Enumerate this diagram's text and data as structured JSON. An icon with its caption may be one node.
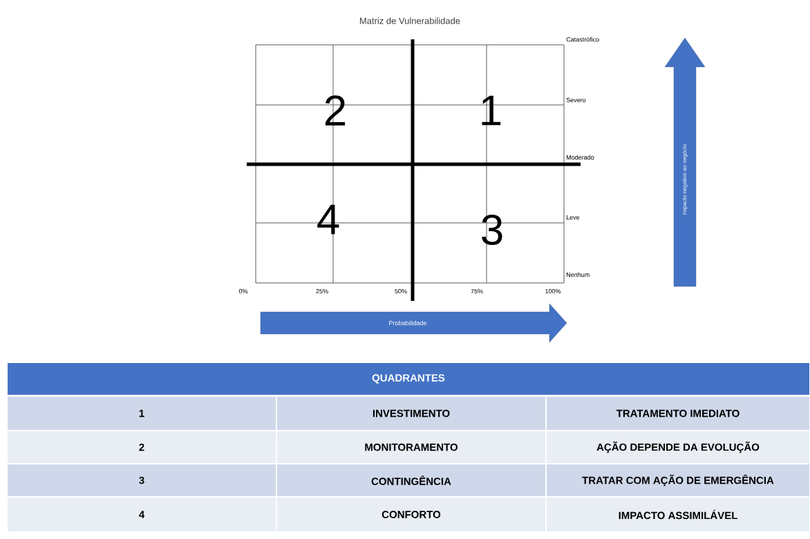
{
  "diagram": {
    "title": "Matriz de Vulnerabilidade",
    "labels": [
      "Catastrófico",
      "Severo",
      "Moderado",
      "Leve",
      "Nenhum",
      "2",
      "1",
      "4",
      "3",
      "0%",
      "25%",
      "50%",
      "75%",
      "100%",
      "Impacto negativo ao negócio",
      "Probabilidade",
      "QUADRANTES",
      "1",
      "INVESTIMENTO",
      "TRATAMENTO IMEDIATO",
      "2",
      "MONITORAMENTO",
      "AÇÃO DEPENDE DA EVOLUÇÃO",
      "3",
      "CONTINGÊNCIA",
      "TRATAR COM AÇÃO DE EMERGÊNCIA",
      "4",
      "CONFORTO",
      "IMPACTO ASSIMILÁVEL"
    ]
  }
}
